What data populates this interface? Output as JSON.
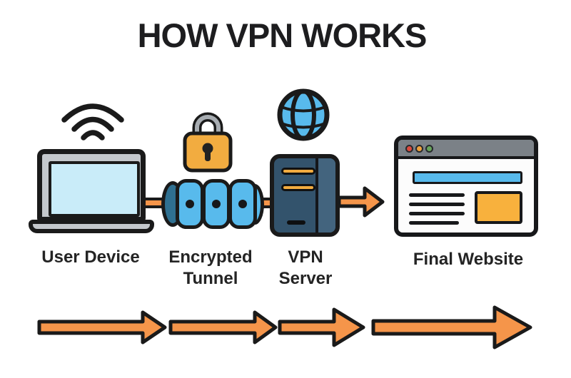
{
  "title": "HOW VPN WORKS",
  "nodes": {
    "user_device": {
      "label": "User Device"
    },
    "encrypted_tunnel": {
      "label_line1": "Encrypted",
      "label_line2": "Tunnel"
    },
    "vpn_server": {
      "label_line1": "VPN",
      "label_line2": "Server"
    },
    "final_website": {
      "label": "Final Website"
    }
  },
  "icons": [
    "wifi-icon",
    "laptop-icon",
    "padlock-icon",
    "tunnel-icon",
    "globe-icon",
    "server-icon",
    "browser-window-icon",
    "flow-arrow-icon"
  ],
  "colors": {
    "accent_orange": "#F5954A",
    "tunnel_blue": "#58BAEC",
    "tunnel_end_blue": "#2F7091",
    "screen_blue": "#C9ECF9",
    "laptop_gray": "#C4C8CC",
    "padlock_amber": "#F2AC40",
    "imgbox_orange": "#F8B13D",
    "server_slate": "#33536C",
    "server_slate_light": "#43647E",
    "browser_titlebar_gray": "#7B8187",
    "dot_red": "#DC4A3D",
    "dot_yellow": "#EFA23C",
    "dot_green": "#68A55B",
    "outline_black": "#1A1A1A"
  }
}
